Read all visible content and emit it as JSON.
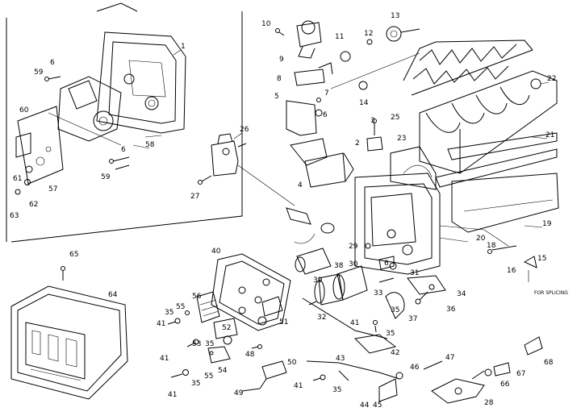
{
  "labels": [
    "1",
    "2",
    "3",
    "4",
    "5",
    "6",
    "6",
    "6",
    "6",
    "7",
    "8",
    "9",
    "10",
    "11",
    "12",
    "13",
    "14",
    "15",
    "16",
    "18",
    "19",
    "20",
    "21",
    "22",
    "23",
    "25",
    "26",
    "27",
    "28",
    "29",
    "30",
    "31",
    "32",
    "33",
    "34",
    "35",
    "35",
    "35",
    "35",
    "35",
    "35",
    "36",
    "37",
    "38",
    "39",
    "40",
    "41",
    "41",
    "41",
    "41",
    "41",
    "42",
    "43",
    "44",
    "45",
    "46",
    "47",
    "48",
    "49",
    "50",
    "51",
    "52",
    "53",
    "54",
    "55",
    "55",
    "56",
    "57",
    "58",
    "59",
    "59",
    "60",
    "61",
    "62",
    "63",
    "64",
    "65",
    "66",
    "67",
    "68"
  ],
  "note": "FOR SPLICING"
}
